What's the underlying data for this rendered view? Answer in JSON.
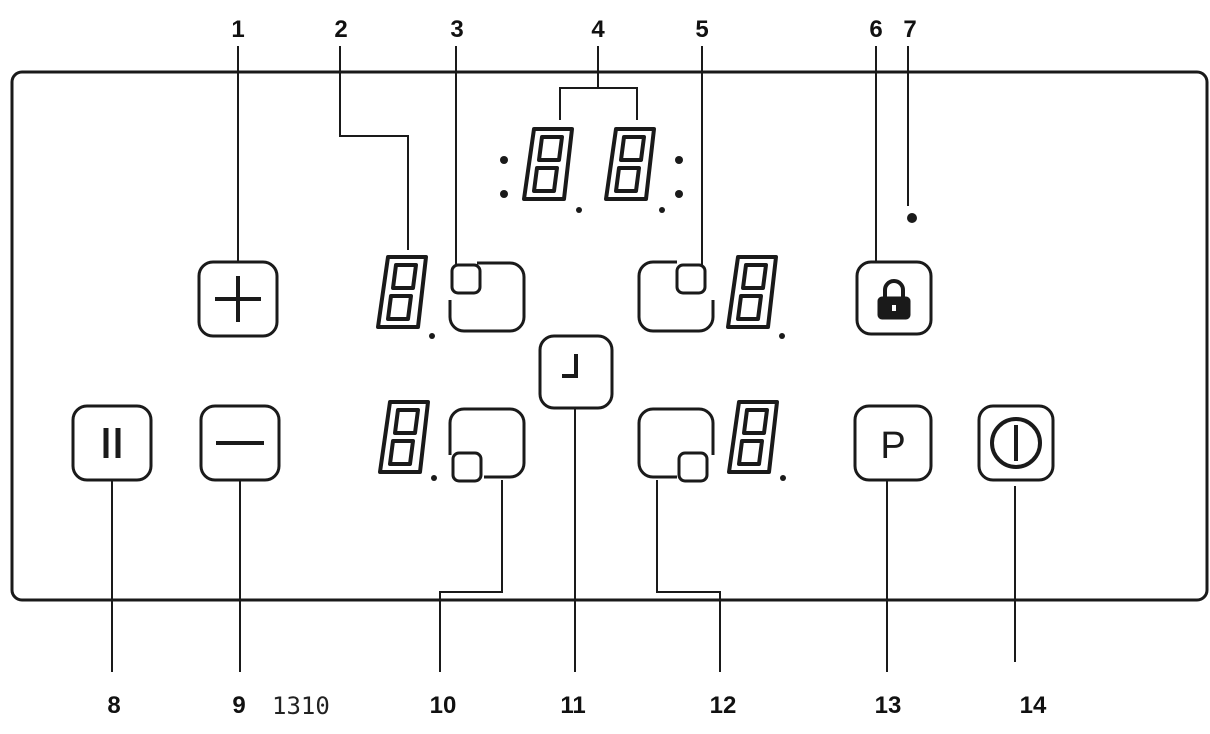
{
  "diagram": {
    "callouts": [
      {
        "id": "c1",
        "label": "1"
      },
      {
        "id": "c2",
        "label": "2"
      },
      {
        "id": "c3",
        "label": "3"
      },
      {
        "id": "c4",
        "label": "4"
      },
      {
        "id": "c5",
        "label": "5"
      },
      {
        "id": "c6",
        "label": "6"
      },
      {
        "id": "c7",
        "label": "7"
      },
      {
        "id": "c8",
        "label": "8"
      },
      {
        "id": "c9",
        "label": "9"
      },
      {
        "id": "c10",
        "label": "10"
      },
      {
        "id": "c11",
        "label": "11"
      },
      {
        "id": "c12",
        "label": "12"
      },
      {
        "id": "c13",
        "label": "13"
      },
      {
        "id": "c14",
        "label": "14"
      }
    ],
    "figure_code": "1310",
    "buttons": {
      "plus": "plus-icon",
      "minus": "minus-icon",
      "pause": "pause-icon",
      "timer": "timer-icon",
      "lock": "lock-icon",
      "program": "P",
      "power": "power-icon"
    },
    "colors": {
      "line": "#1a1a1a",
      "background": "#ffffff"
    }
  }
}
